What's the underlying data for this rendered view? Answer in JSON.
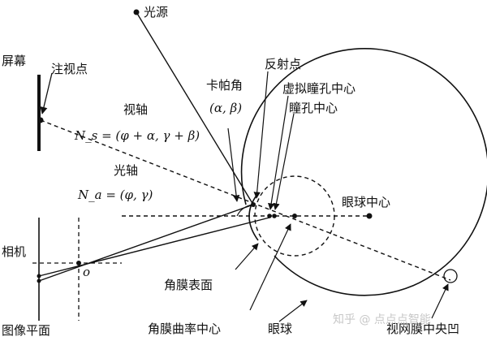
{
  "labels": {
    "light_source": "光源",
    "screen": "屏幕",
    "gaze_point": "注视点",
    "visual_axis": "视轴",
    "visual_axis_formula": "N_s = (φ + α, γ + β)",
    "optical_axis": "光轴",
    "optical_axis_formula": "N_a = (φ, γ)",
    "kappa_angle": "卡帕角",
    "kappa_formula": "(α, β)",
    "reflection_point": "反射点",
    "virtual_pupil_center": "虚拟瞳孔中心",
    "pupil_center": "瞳孔中心",
    "eyeball_center": "眼球中心",
    "camera": "相机",
    "camera_origin": "o",
    "corneal_surface": "角膜表面",
    "corneal_curvature_center": "角膜曲率中心",
    "eyeball": "眼球",
    "fovea": "视网膜中央凹",
    "image_plane": "图像平面"
  },
  "watermark": "知乎 @ 点点点智能"
}
